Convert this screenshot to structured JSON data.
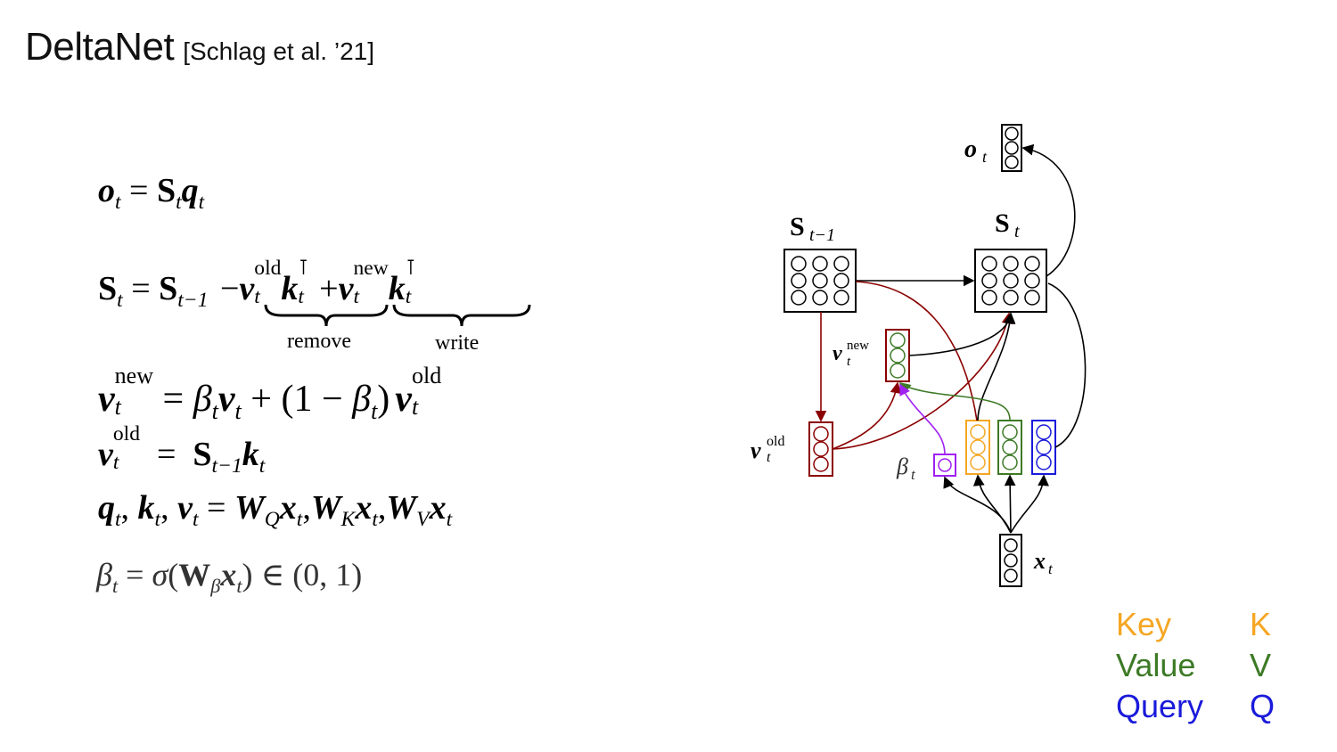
{
  "title": {
    "main": "DeltaNet",
    "citation": "[Schlag et al. ’21]"
  },
  "equations": {
    "under_remove": "remove",
    "under_write": "write"
  },
  "diagram": {
    "labels": {
      "o_t": "o",
      "s_prev": "S",
      "s_t": "S",
      "v_new": "v",
      "v_old": "v",
      "beta": "β",
      "x_t": "x"
    },
    "colors": {
      "black": "#000000",
      "key": "#f5a623",
      "value": "#3d7a26",
      "query": "#1a1adb",
      "old": "#8b0000",
      "beta": "#a020f0"
    }
  },
  "legend": [
    {
      "name": "Key",
      "abbr": "K",
      "color": "#f5a623"
    },
    {
      "name": "Value",
      "abbr": "V",
      "color": "#3d7a26"
    },
    {
      "name": "Query",
      "abbr": "Q",
      "color": "#1a1adb"
    }
  ]
}
